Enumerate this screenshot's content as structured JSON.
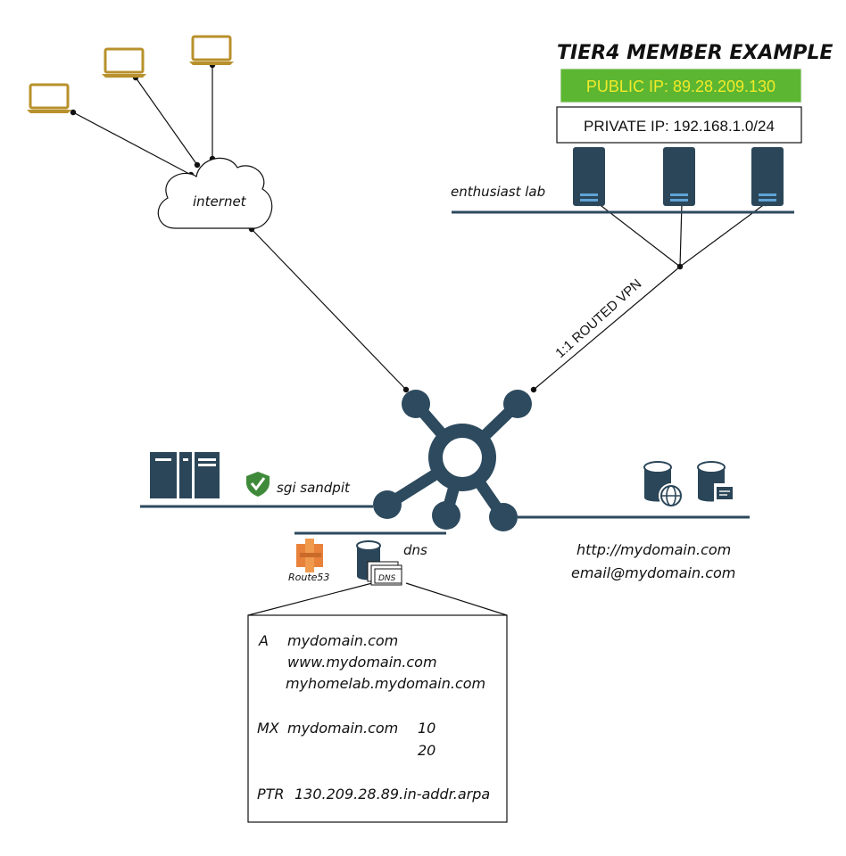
{
  "header": {
    "title": "TIER4 MEMBER EXAMPLE",
    "public_ip": "PUBLIC IP: 89.28.209.130",
    "private_ip": "PRIVATE IP: 192.168.1.0/24"
  },
  "nodes": {
    "internet": "internet",
    "enthusiast_lab": "enthusiast lab",
    "sgi_sandpit": "sgi sandpit",
    "dns": "dns",
    "route53": "Route53",
    "dns_badge": "DNS",
    "vpn_label": "1:1 ROUTED VPN"
  },
  "services": {
    "http": "http://mydomain.com",
    "email": "email@mydomain.com"
  },
  "dns_records": {
    "a_type": "A",
    "a_hosts": [
      "mydomain.com",
      "www.mydomain.com",
      "myhomelab.mydomain.com"
    ],
    "mx_type": "MX",
    "mx_host": "mydomain.com",
    "mx_priorities": [
      "10",
      "20"
    ],
    "ptr_type": "PTR",
    "ptr_value": "130.209.28.89.in-addr.arpa"
  },
  "colors": {
    "hub": "#2d4a5e",
    "laptop": "#b8912c",
    "server": "#2b4658",
    "server_light": "#5fa3d6",
    "public_ip_bg": "#5cb632",
    "public_ip_text": "#f2ea2a",
    "route53": "#e8823a",
    "check": "#3f8a3a"
  }
}
